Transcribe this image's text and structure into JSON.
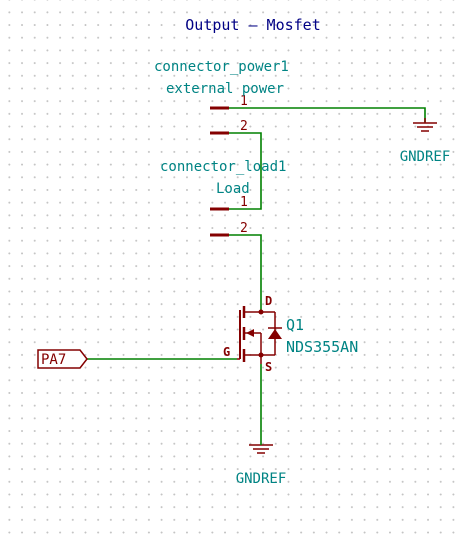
{
  "sheet": {
    "title": "Output – Mosfet"
  },
  "connector_power": {
    "reference": "connector_power1",
    "value": "external power",
    "pins": [
      "1",
      "2"
    ]
  },
  "connector_load": {
    "reference": "connector_load1",
    "value": "Load",
    "pins": [
      "1",
      "2"
    ]
  },
  "mosfet": {
    "reference": "Q1",
    "value": "NDS355AN",
    "pin_drain": "D",
    "pin_gate": "G",
    "pin_source": "S"
  },
  "power_symbols": {
    "top": "GNDREF",
    "bottom": "GNDREF"
  },
  "global_label": {
    "text": "PA7"
  },
  "colors": {
    "wire": "#008000",
    "symbol": "#840000",
    "field_text": "#008484",
    "title_text": "#000084",
    "junction": "#008000",
    "label_fill": "#ffffff"
  }
}
